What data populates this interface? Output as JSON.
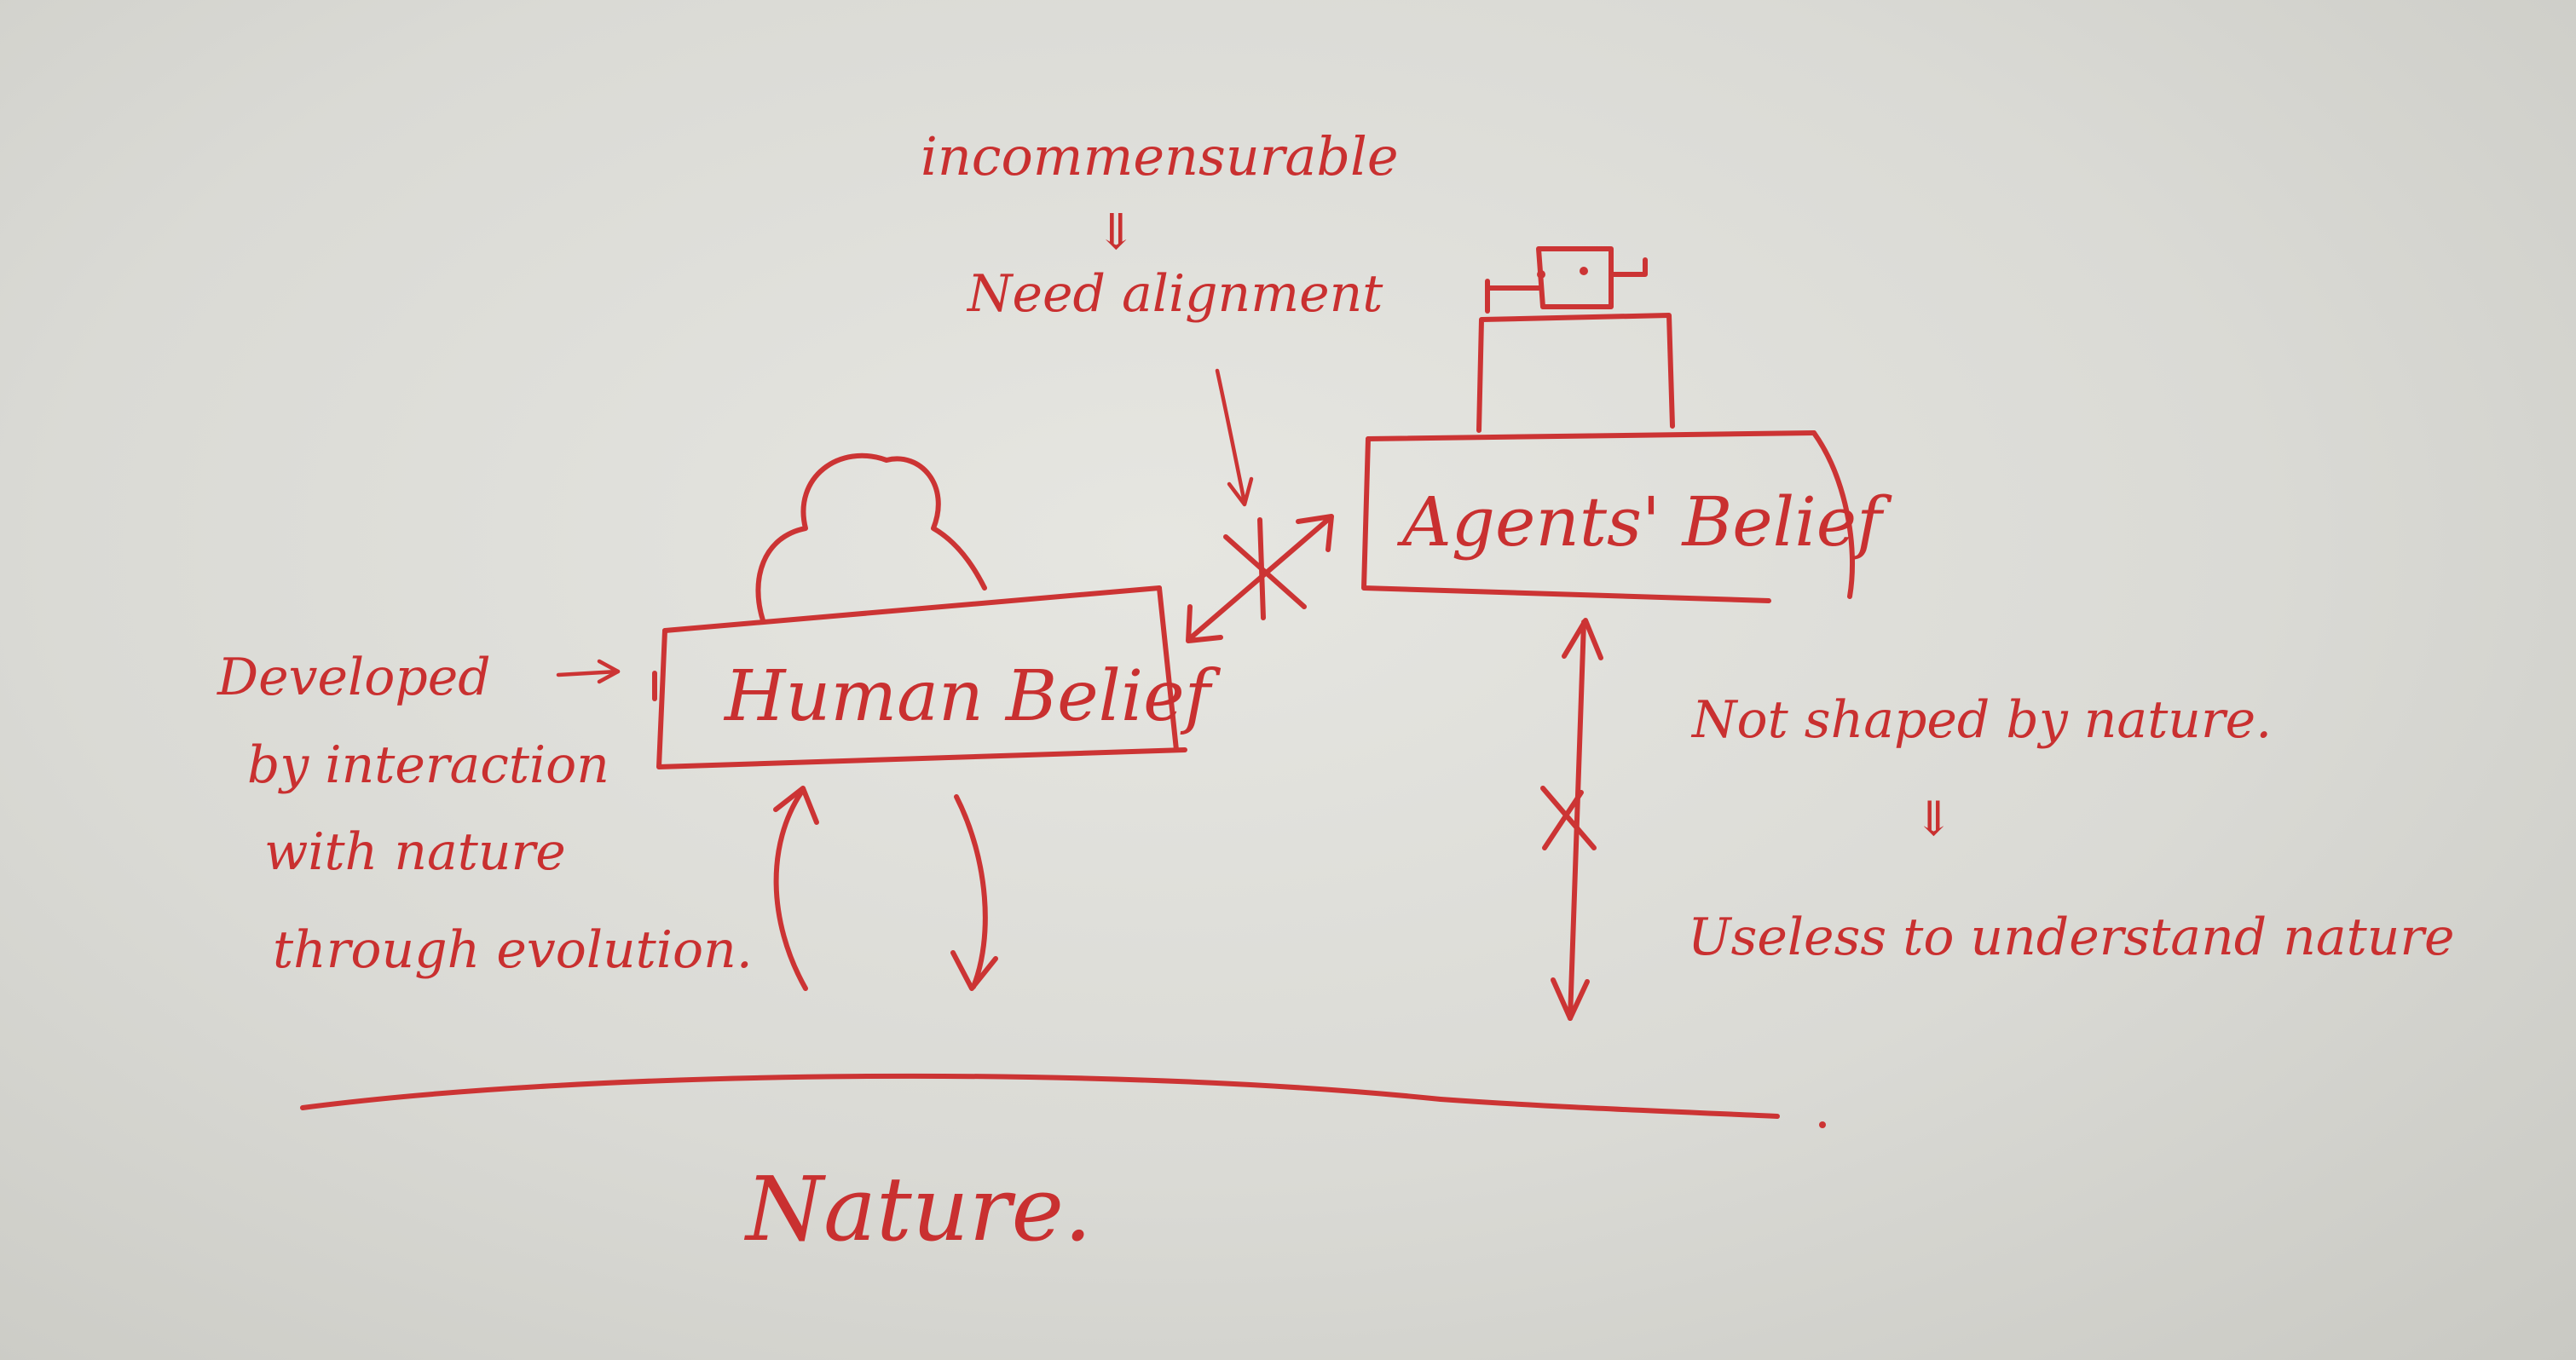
{
  "annotations": {
    "incommensurable": "incommensurable",
    "implies_1": "⇓",
    "need_alignment": "Need alignment",
    "developed_1": "Developed",
    "developed_2": "by interaction",
    "developed_3": "with nature",
    "developed_4": "through evolution.",
    "not_shaped": "Not shaped by nature.",
    "implies_2": "⇓",
    "useless": "Useless to understand nature"
  },
  "nodes": {
    "human_belief": "Human Belief",
    "agents_belief": "Agents' Belief",
    "nature": "Nature."
  },
  "icons": [
    "cloud-head-icon",
    "robot-head-icon"
  ],
  "colors": {
    "ink": "#cc3434",
    "board": "#dadad5"
  }
}
